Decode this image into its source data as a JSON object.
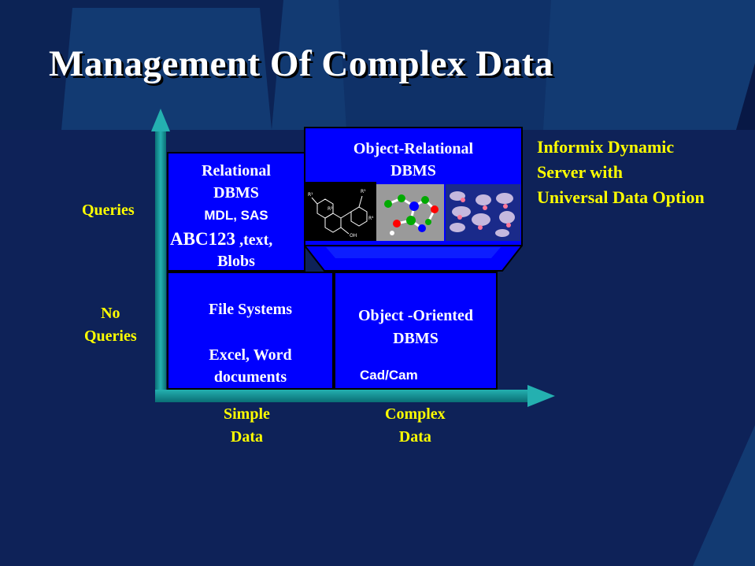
{
  "title": "Management Of Complex Data",
  "y_axis": {
    "top_label": "Queries",
    "bottom_label_line1": "No",
    "bottom_label_line2": "Queries"
  },
  "x_axis": {
    "left_label_line1": "Simple",
    "left_label_line2": "Data",
    "right_label_line1": "Complex",
    "right_label_line2": "Data"
  },
  "quadrants": {
    "relational": {
      "line1": "Relational",
      "line2": "DBMS",
      "line3": "MDL, SAS",
      "line4_a": "ABC123",
      "line4_b": " ,text,",
      "line5": "Blobs"
    },
    "object_relational": {
      "line1": "Object-Relational",
      "line2": "DBMS"
    },
    "file_systems": {
      "line1": "File Systems",
      "line2": "Excel, Word",
      "line3": "documents"
    },
    "object_oriented": {
      "line1": "Object -Oriented",
      "line2": "DBMS",
      "line3": "Cad/Cam"
    }
  },
  "informix": {
    "line1": "Informix Dynamic",
    "line2": "Server  with",
    "line3": "Universal  Data Option"
  },
  "colors": {
    "background": "#0e2258",
    "box_fill": "#0000ff",
    "label": "#ffff00",
    "axis": "#1b9a9a"
  }
}
